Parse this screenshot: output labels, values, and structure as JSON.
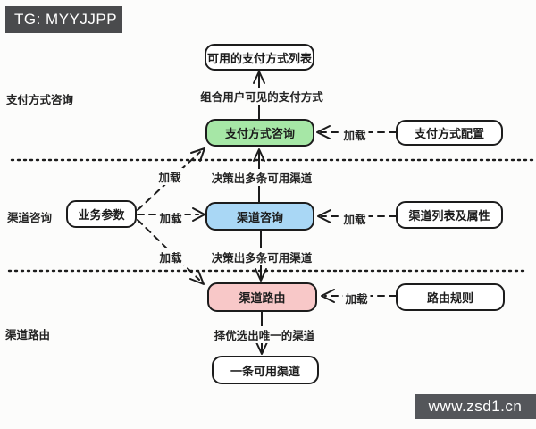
{
  "watermarks": {
    "top_left": "TG: MYYJJPP",
    "bottom_right": "www.zsd1.cn"
  },
  "colors": {
    "green": "#a6e7a6",
    "blue": "#a9d7f5",
    "pink": "#f8c8c8",
    "banner_top": "#4a4b4d",
    "banner_bottom": "#54565a"
  },
  "diagram": {
    "stage_labels": [
      "支付方式咨询",
      "渠道咨询",
      "渠道路由"
    ],
    "nodes": {
      "payment_list": "可用的支付方式列表",
      "payment_inquiry": "支付方式咨询",
      "payment_config": "支付方式配置",
      "business_params": "业务参数",
      "channel_inquiry": "渠道咨询",
      "channel_list": "渠道列表及属性",
      "channel_routing": "渠道路由",
      "routing_rules": "路由规则",
      "single_channel": "一条可用渠道"
    },
    "edge_labels": {
      "combine": "组合用户可见的支付方式",
      "decide_top": "决策出多条可用渠道",
      "decide_bottom": "决策出多条可用渠道",
      "choose": "择优选出唯一的渠道",
      "load": "加载"
    }
  }
}
